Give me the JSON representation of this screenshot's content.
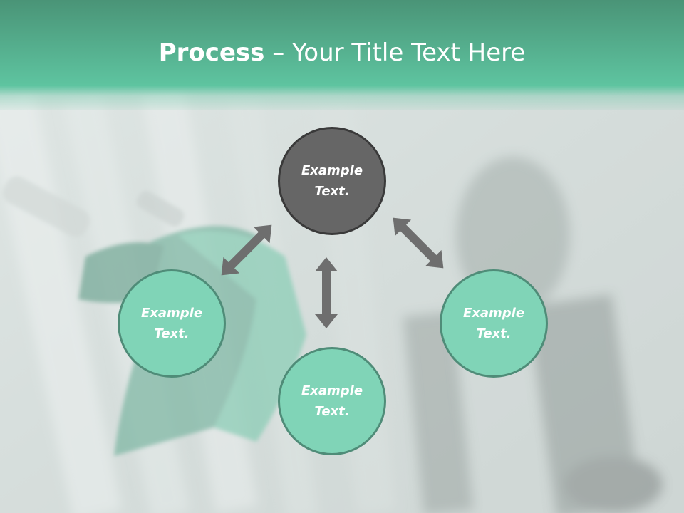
{
  "title": {
    "bold": "Process",
    "rest": " – Your Title Text Here"
  },
  "nodes": {
    "top": "Example Text.",
    "left": "Example Text.",
    "right": "Example Text.",
    "bottom": "Example Text."
  },
  "colors": {
    "header": "#5ec4a0",
    "center_node": "#666666",
    "outer_node": "#80d4b7",
    "arrow": "#6e6e6e"
  },
  "icons": {
    "connector": "double-headed-arrow"
  }
}
